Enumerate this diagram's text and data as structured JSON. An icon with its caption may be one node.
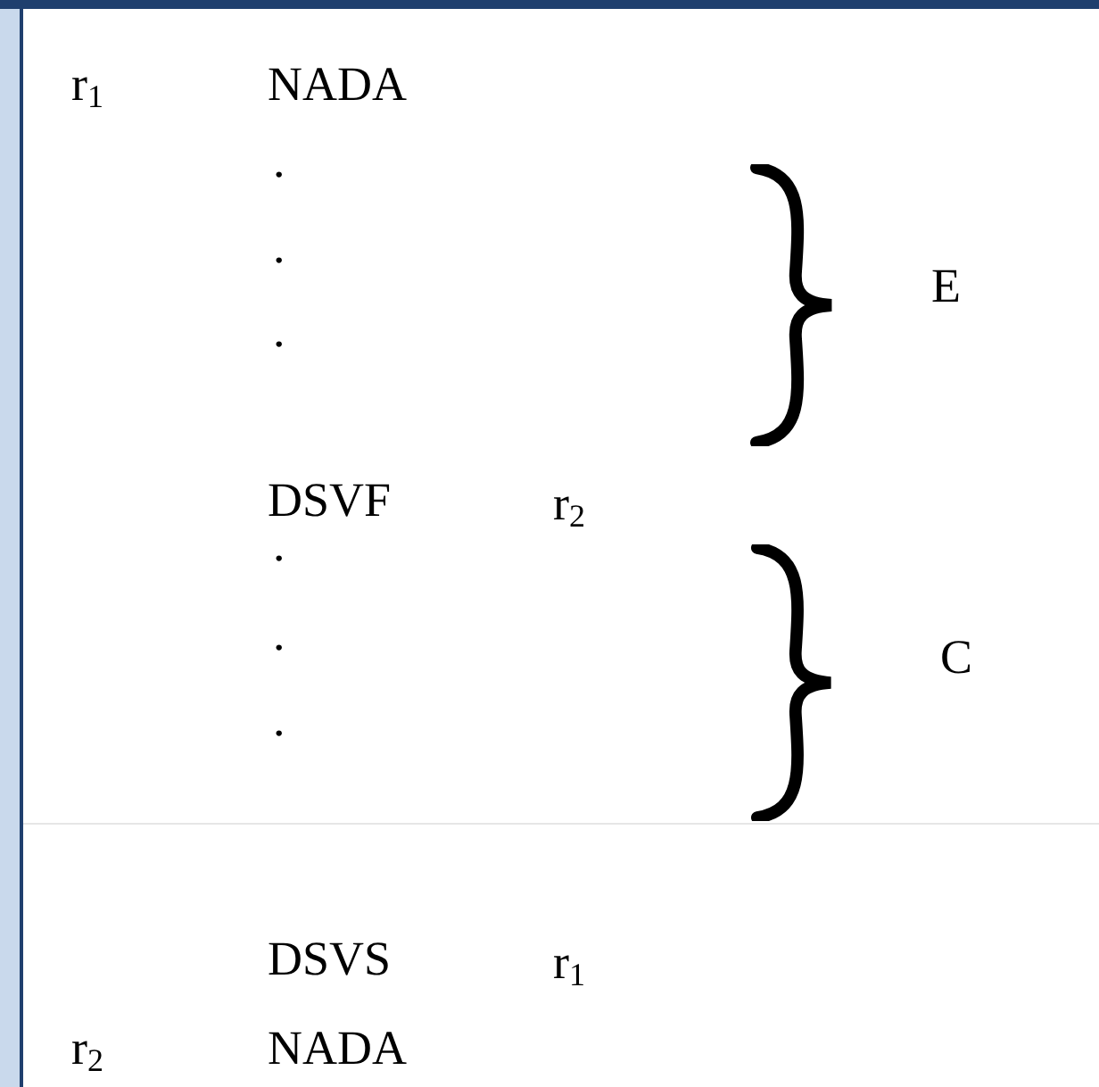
{
  "diagram": {
    "labels": [
      "r$_{1}$",
      "NADA",
      ".",
      ".",
      ".",
      "E",
      "DSVF",
      "r$_{2}$",
      ".",
      ".",
      ".",
      "C",
      "DSVS",
      "r$_{1}$",
      "r$_{2}$",
      "NADA"
    ]
  }
}
